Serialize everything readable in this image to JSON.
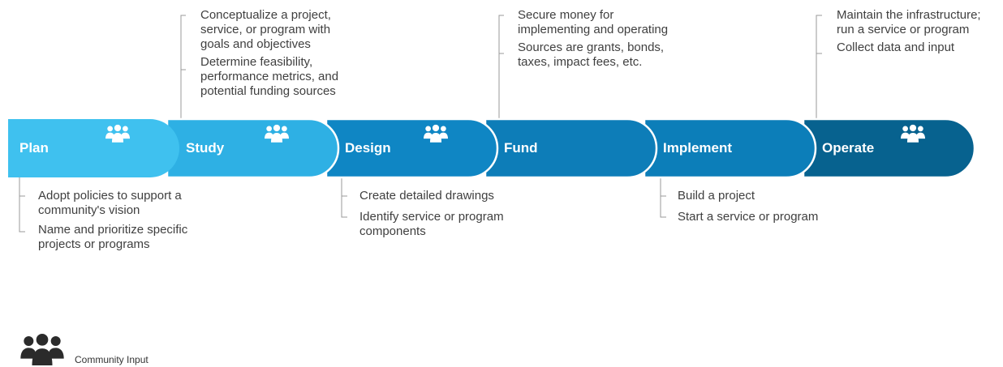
{
  "stages": [
    {
      "label": "Plan",
      "color": "#3fc1ef",
      "community_input": true
    },
    {
      "label": "Study",
      "color": "#2eb0e4",
      "community_input": true
    },
    {
      "label": "Design",
      "color": "#0f86c4",
      "community_input": true
    },
    {
      "label": "Fund",
      "color": "#0d7db8",
      "community_input": false
    },
    {
      "label": "Implement",
      "color": "#0c7eb9",
      "community_input": false
    },
    {
      "label": "Operate",
      "color": "#07628f",
      "community_input": true
    }
  ],
  "notes_above": {
    "study": [
      "Conceptualize a project, service, or program with goals and objectives",
      "Determine feasibility, performance metrics, and potential funding sources"
    ],
    "fund": [
      "Secure money for implementing and operating",
      "Sources are grants, bonds, taxes, impact fees, etc."
    ],
    "operate": [
      "Maintain the infrastructure; run a service or program",
      "Collect data and input"
    ]
  },
  "notes_below": {
    "plan": [
      "Adopt policies to support a community's vision",
      "Name and prioritize specific projects or programs"
    ],
    "design": [
      "Create detailed drawings",
      "Identify service or program components"
    ],
    "implement": [
      "Build a project",
      "Start a service or program"
    ]
  },
  "legend": {
    "icon": "community-input-icon",
    "label": "Community Input"
  },
  "text_color_on_stage": "#ffffff",
  "connector_color": "#9a9a9a"
}
